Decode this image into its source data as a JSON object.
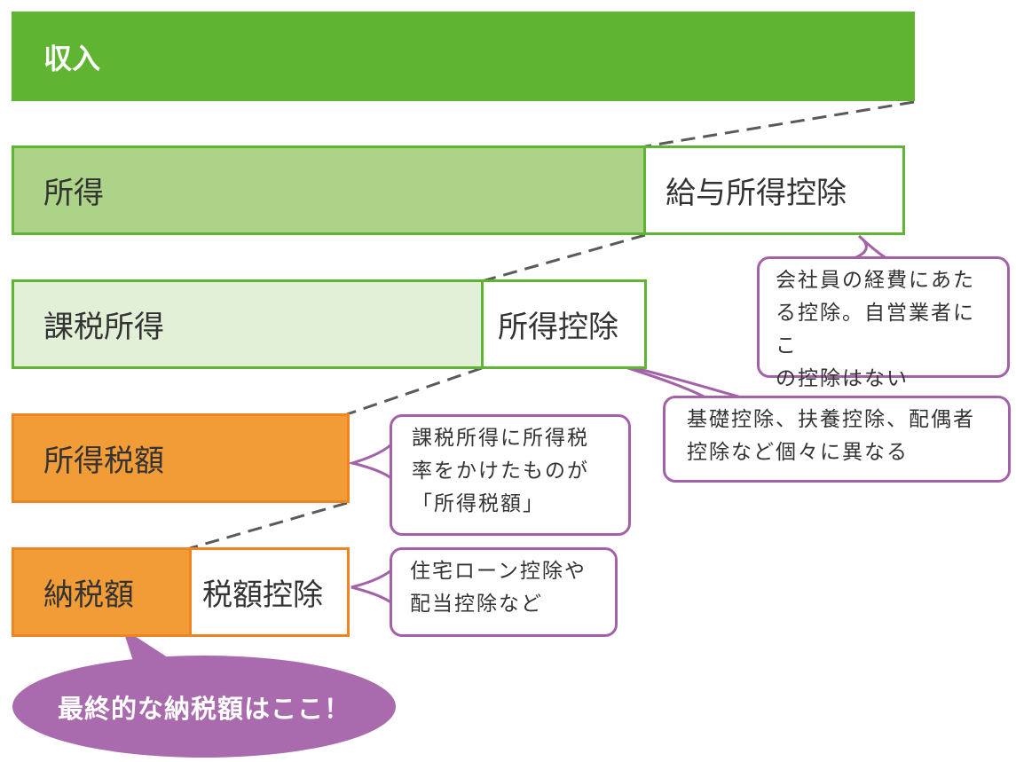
{
  "blocks": {
    "income": "収入",
    "income_after": "所得",
    "salary_deduction": "給与所得控除",
    "taxable_income": "課税所得",
    "income_deduction": "所得控除",
    "income_tax_amount": "所得税額",
    "tax_payable": "納税額",
    "tax_credit": "税額控除"
  },
  "callouts": {
    "salary_deduction_note": "会社員の経費にあた\nる控除。自営業者にこ\nの控除はない",
    "income_deduction_note": "基礎控除、扶養控除、配偶者\n控除など個々に異なる",
    "income_tax_note": "課税所得に所得税\n率をかけたものが\n「所得税額」",
    "tax_credit_note": "住宅ローン控除や\n配当控除など",
    "final_note": "最終的な納税額はここ！"
  },
  "colors": {
    "income": "#5fb432",
    "income_after": "#acd387",
    "taxable_income": "#e3f0d8",
    "green_border": "#5fb432",
    "orange": "#f29c38",
    "orange_border": "#ee8521",
    "callout_border": "#a362a8",
    "final_fill": "#a96bae"
  }
}
